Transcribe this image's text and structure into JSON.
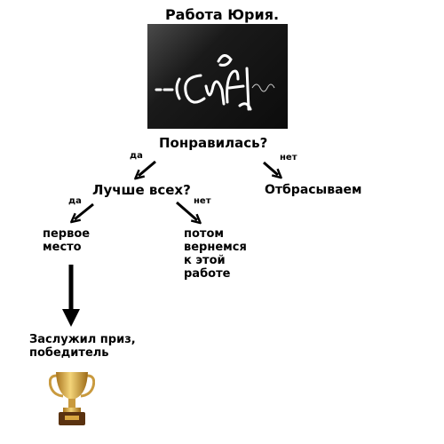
{
  "title": "Работа Юрия.",
  "question1": "Понравилась?",
  "question2": "Лучше всех?",
  "yes_label": "да",
  "no_label": "нет",
  "reject": "Отбрасываем",
  "first_place": "первое\nместо",
  "later": "потом\nвернемся\nк этой\nработе",
  "prize": "Заслужил приз,\nпобедитель",
  "icons": {
    "photo": "graffiti-tag-photo",
    "trophy": "trophy-icon"
  },
  "colors": {
    "arrow": "#000000",
    "trophy_gold": "#d8a640",
    "trophy_base": "#5a3210"
  }
}
